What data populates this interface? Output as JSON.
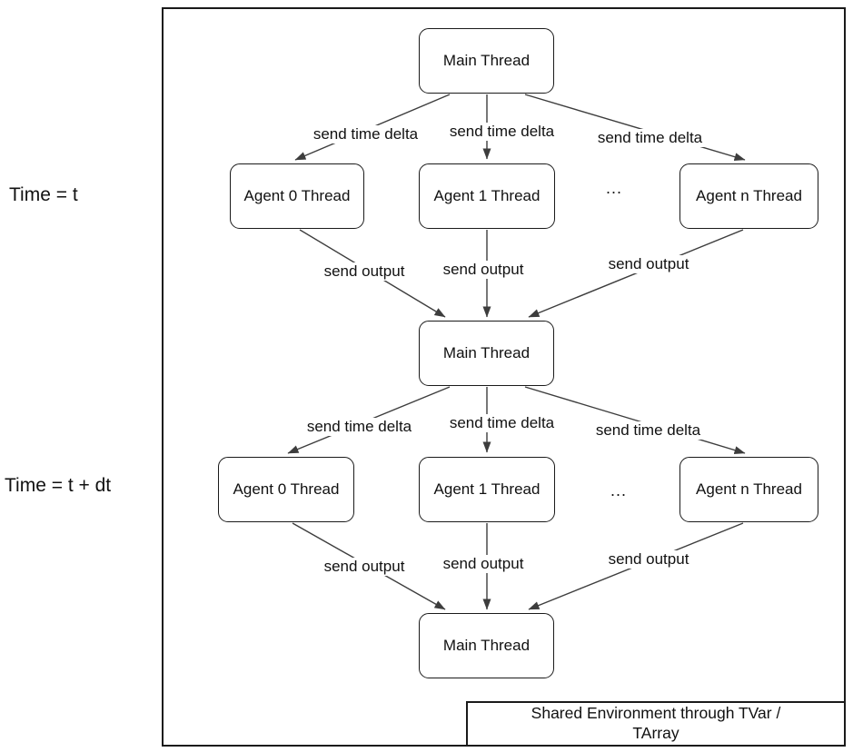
{
  "colors": {
    "border": "#1a1a1a",
    "connector": "#3d3d3d",
    "text": "#111111",
    "background": "#ffffff"
  },
  "time_labels": {
    "row1": "Time = t",
    "row2": "Time = t + dt"
  },
  "nodes": {
    "main_top": "Main Thread",
    "agent0_row1": "Agent 0 Thread",
    "agent1_row1": "Agent 1 Thread",
    "agentn_row1": "Agent n Thread",
    "ellipsis_row1": "...",
    "main_mid": "Main Thread",
    "agent0_row2": "Agent 0 Thread",
    "agent1_row2": "Agent 1 Thread",
    "agentn_row2": "Agent n Thread",
    "ellipsis_row2": "...",
    "main_bottom": "Main Thread"
  },
  "edges": {
    "send_time_delta": [
      "send time delta",
      "send time delta",
      "send time delta",
      "send time delta",
      "send time delta",
      "send time delta"
    ],
    "send_output": [
      "send output",
      "send output",
      "send output",
      "send output",
      "send output",
      "send output"
    ]
  },
  "legend": {
    "line1": "Shared Environment through TVar /",
    "line2": "TArray"
  }
}
